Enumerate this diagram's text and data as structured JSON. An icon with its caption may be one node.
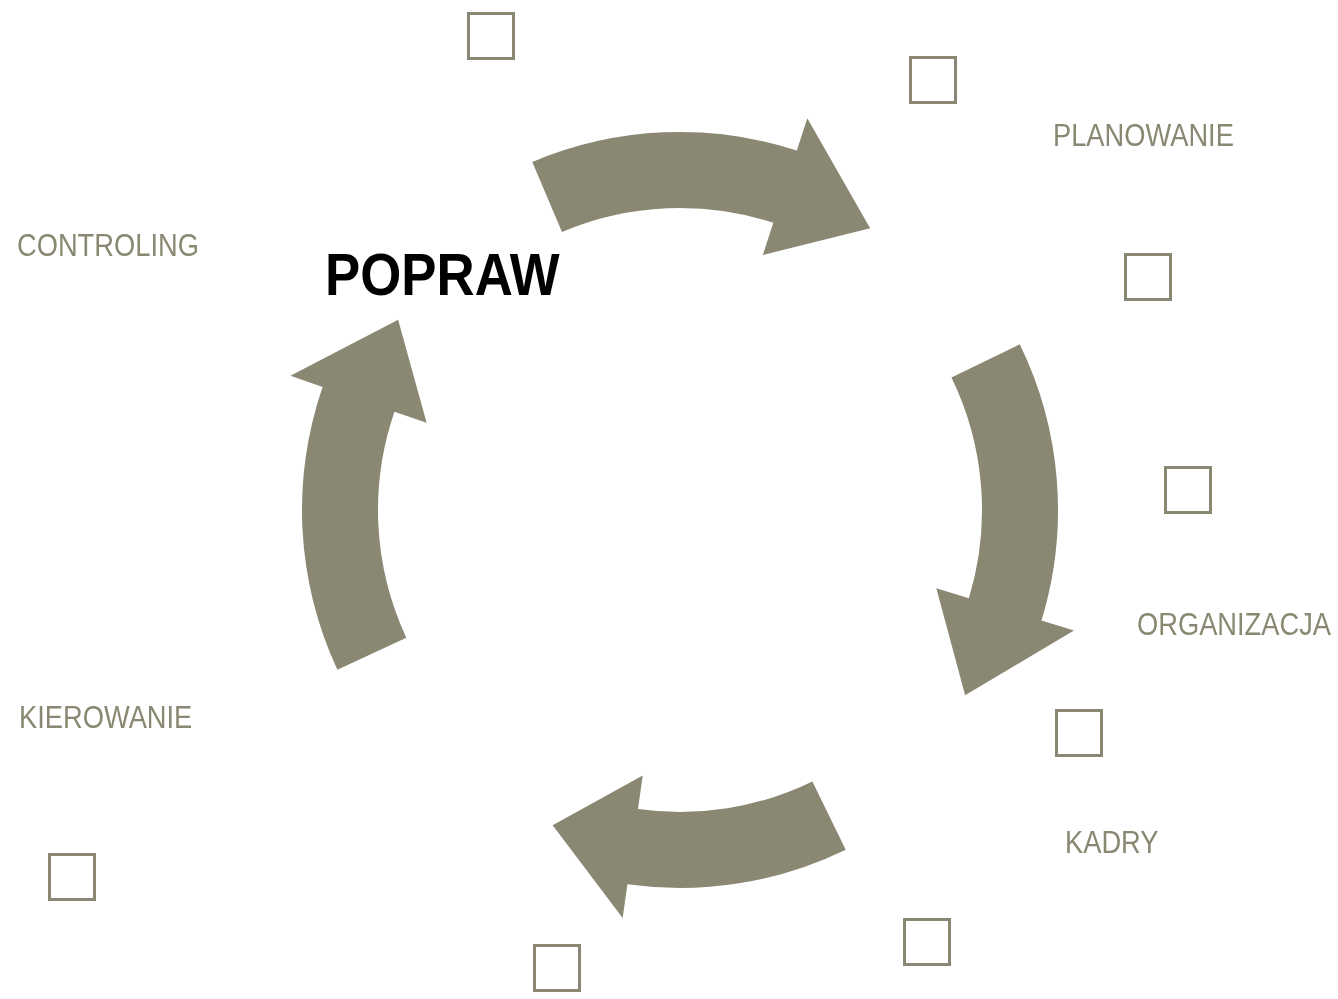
{
  "diagram": {
    "nodes": [
      {
        "text": [],
        "shape": "box"
      },
      {
        "text": [],
        "shape": "box"
      },
      {
        "text": [],
        "shape": "box"
      },
      {
        "text": [],
        "shape": "box"
      },
      {
        "text": [],
        "shape": "box"
      },
      {
        "text": [],
        "shape": "box"
      },
      {
        "text": [],
        "shape": "box"
      },
      {
        "text": [],
        "shape": "box"
      }
    ],
    "labels": [
      "PLANOWANIE",
      "CONTROLING",
      "POPRAW",
      "ORGANIZACJA",
      "KIEROWANIE",
      "KADRY"
    ]
  }
}
